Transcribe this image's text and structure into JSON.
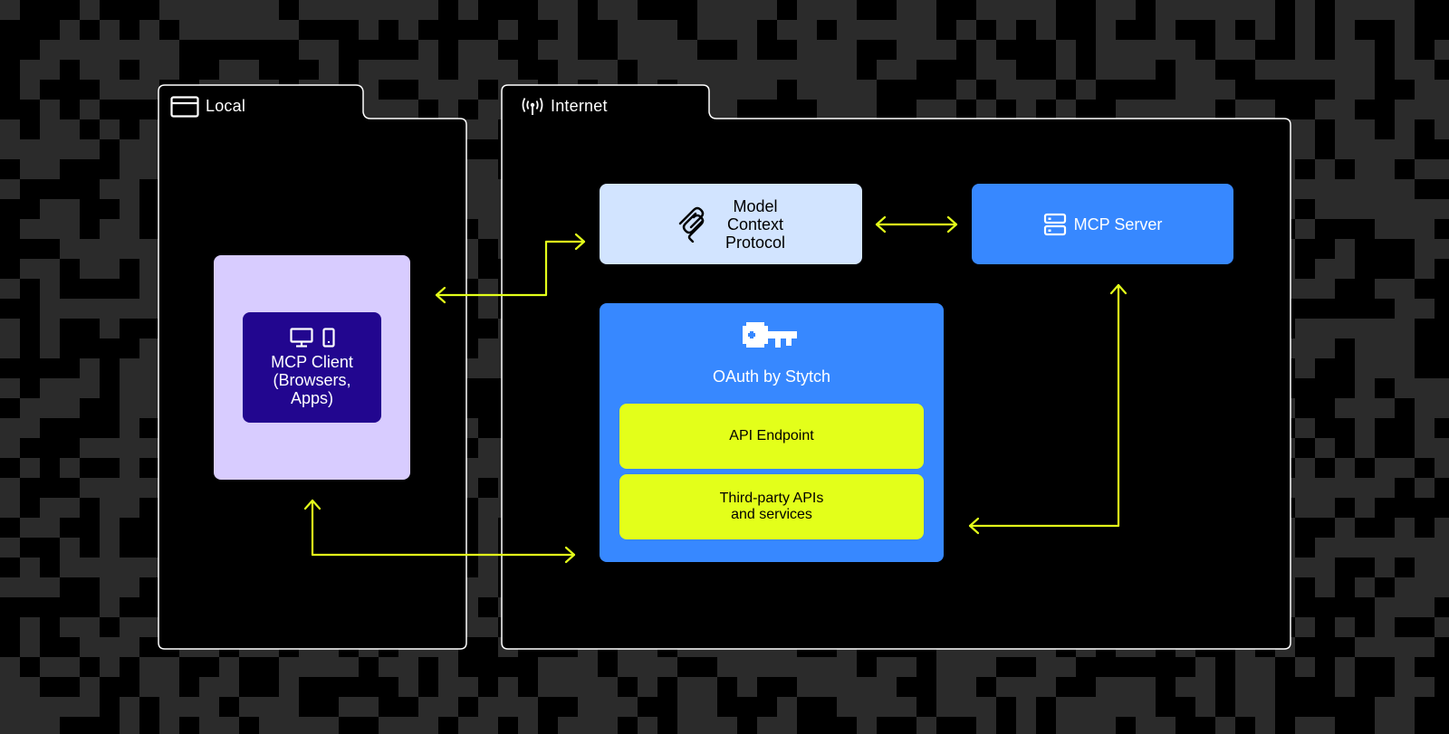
{
  "local": {
    "title": "Local",
    "icon": "window-icon"
  },
  "internet": {
    "title": "Internet",
    "icon": "antenna-signal-icon"
  },
  "mcp_client": {
    "label": "MCP Client\n(Browsers,\nApps)",
    "icons": [
      "monitor-icon",
      "phone-icon"
    ]
  },
  "model_context_protocol": {
    "label": "Model\nContext\nProtocol",
    "icon": "mcp-logo-icon"
  },
  "mcp_server": {
    "label": "MCP Server",
    "icon": "server-icon"
  },
  "oauth": {
    "title": "OAuth by Stytch",
    "icon": "key-icon"
  },
  "api_endpoint": {
    "label": "API Endpoint"
  },
  "third_party": {
    "label": "Third-party APIs\nand services"
  },
  "colors": {
    "background": "#000000",
    "pixel_pattern": "#2b2b2b",
    "panel_border": "#ffffff",
    "arrow": "#e3ff1a",
    "client_outer": "#d8ccff",
    "client_inner": "#22068f",
    "protocol_box": "#d2e4ff",
    "blue_box": "#3788ff",
    "lime_box": "#e3ff1a"
  }
}
